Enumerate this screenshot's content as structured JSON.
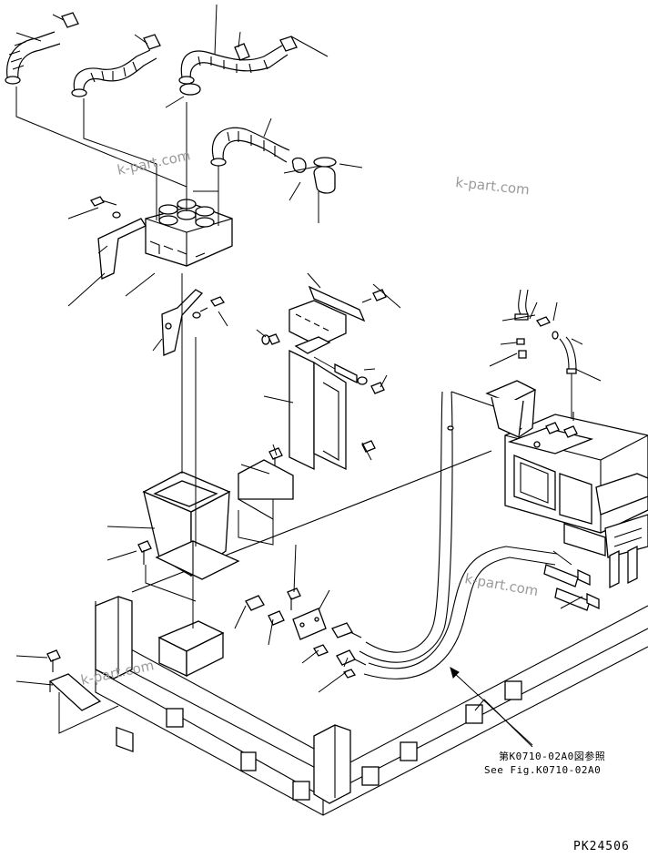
{
  "watermarks": [
    "k-part.com",
    "k-part.com",
    "k-part.com",
    "k-part.com"
  ],
  "reference_note": {
    "japanese": "第K0710-02A0図参照",
    "english": "See Fig.K0710-02A0"
  },
  "drawing_number": "PK24506",
  "colors": {
    "ink": "#000000",
    "watermark": "#9a9a9a",
    "paper": "#ffffff"
  }
}
